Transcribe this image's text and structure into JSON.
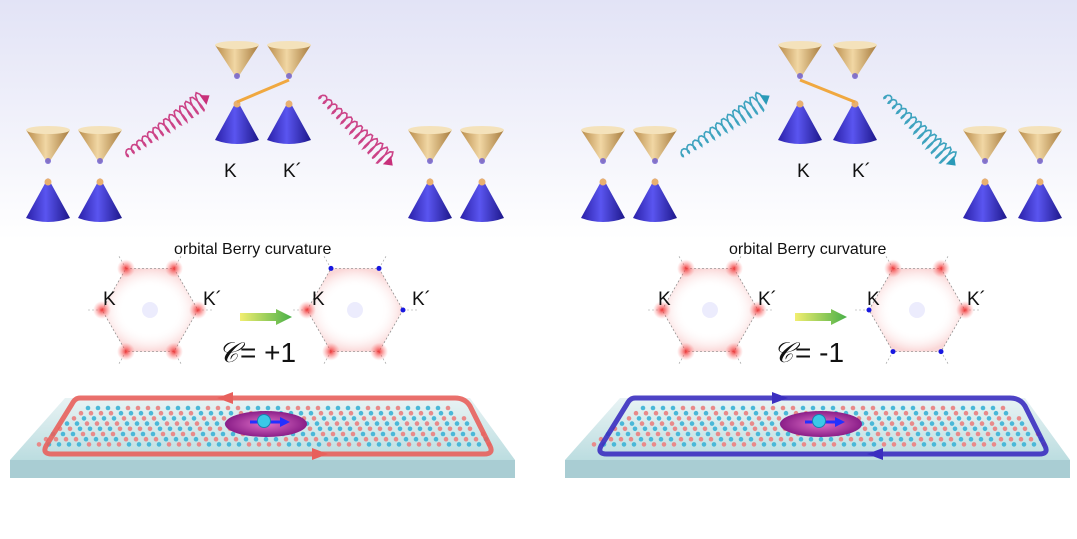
{
  "panels": [
    {
      "valley_labels": [
        "K",
        "K´"
      ],
      "caption": "orbital Berry curvature",
      "chern_symbol": "𝒞",
      "chern_value": "= +1",
      "edge_loop_color": "#e8605c",
      "photon_color": "#c8307a",
      "excited_valley": "K"
    },
    {
      "valley_labels": [
        "K",
        "K´"
      ],
      "caption": "orbital Berry curvature",
      "chern_symbol": "𝒞",
      "chern_value": "= -1",
      "edge_loop_color": "#3b2fc0",
      "photon_color": "#2a9ab8",
      "excited_valley": "K´"
    }
  ]
}
